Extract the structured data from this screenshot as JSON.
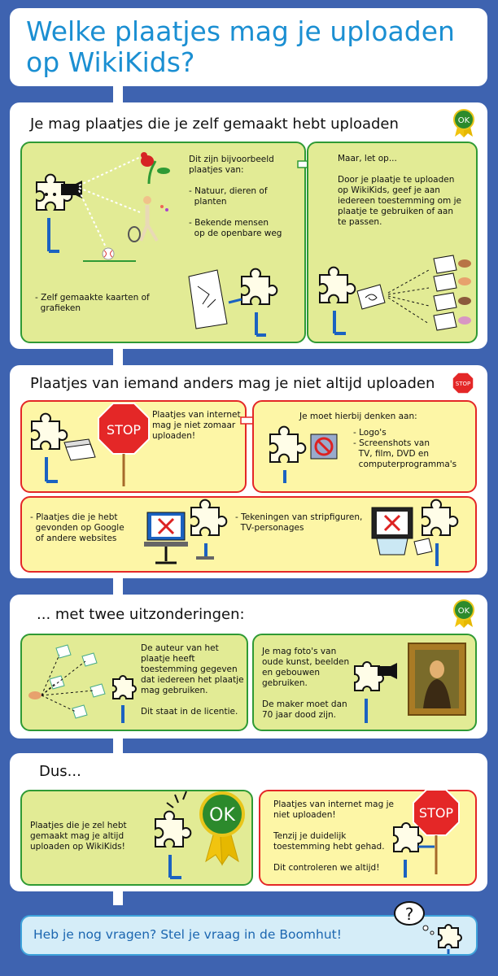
{
  "header": {
    "title_line1": "Welke plaatjes mag je uploaden",
    "title_line2": "op WikiKids?"
  },
  "badges": {
    "ok": "OK",
    "stop": "STOP"
  },
  "section1": {
    "heading": "Je mag plaatjes die je zelf gemaakt hebt uploaden",
    "examples": "Dit zijn bijvoorbeeld\nplaatjes van:\n\n- Natuur, dieren of\n  planten\n\n- Bekende mensen\n  op de openbare weg",
    "maps": "- Zelf gemaakte kaarten of\n  grafieken",
    "note": "Maar, let op...\n\nDoor je plaatje te uploaden\nop WikiKids, geef je aan\niedereen toestemming om je\nplaatje te gebruiken of aan\nte passen."
  },
  "section2": {
    "heading": "Plaatjes van iemand anders mag je niet altijd uploaden",
    "internet": "Plaatjes van internet\nmag je niet zomaar\nuploaden!",
    "think": "Je moet hierbij denken aan:",
    "think_list": "- Logo's\n- Screenshots van\n  TV, film, DVD en\n  computerprogramma's",
    "google": "- Plaatjes die je hebt\n  gevonden op Google\n  of andere websites",
    "comics": "- Tekeningen van stripfiguren,\n  TV-personages"
  },
  "section3": {
    "heading": "... met twee uitzonderingen:",
    "author": "De auteur van het\nplaatje heeft\ntoestemming gegeven\ndat iedereen het plaatje\nmag gebruiken.\n\nDit staat in de licentie.",
    "art": "Je mag foto's van\noude kunst, beelden\nen gebouwen\ngebruiken.\n\nDe maker moet dan\n70 jaar dood zijn."
  },
  "section4": {
    "heading": "Dus...",
    "own": "Plaatjes die je zel hebt\ngemaakt mag je altijd\nuploaden op WikiKids!",
    "internet": "Plaatjes van internet mag je\nniet uploaden!\n\nTenzij je duidelijk\ntoestemming hebt gehad.\n\nDit controleren we altijd!"
  },
  "footer": {
    "question": "Heb je nog vragen?",
    "rest": " Stel je vraag in de Boomhut!",
    "qmark": "?"
  },
  "colors": {
    "bg": "#3e63b0",
    "green_panel": "#e2eb95",
    "yellow_panel": "#fdf6a6",
    "green_border": "#2f9a35",
    "red_border": "#e42727",
    "title_blue": "#1b8fd2"
  }
}
